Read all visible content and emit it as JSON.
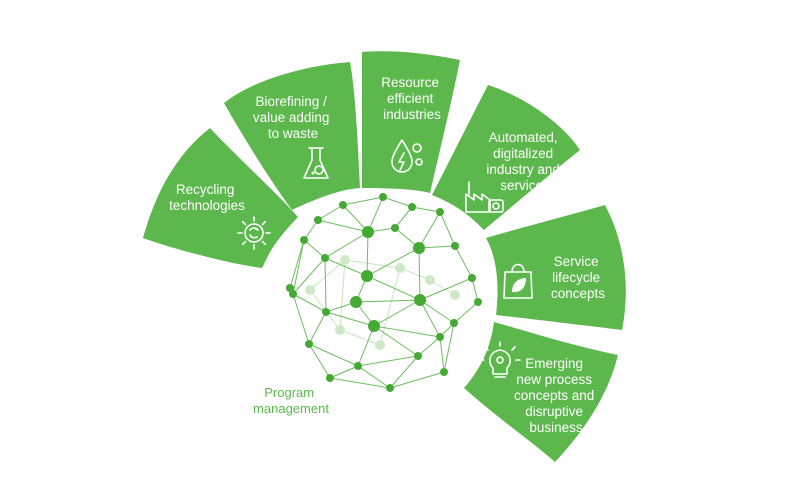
{
  "colors": {
    "segment": "#5cb84c",
    "network": "#46a935",
    "label_center": "#5cb84c",
    "text": "#ffffff"
  },
  "center": {
    "label_lines": [
      "Program",
      "management"
    ],
    "icon": "geodesic-network-sphere"
  },
  "segments": [
    {
      "id": "recycling",
      "lines": [
        "Recycling",
        "technologies"
      ],
      "icon": "sun-recycle-icon"
    },
    {
      "id": "biorefining",
      "lines": [
        "Biorefining /",
        "value adding",
        "to waste"
      ],
      "icon": "flask-gear-icon"
    },
    {
      "id": "resource",
      "lines": [
        "Resource",
        "efficient",
        "industries"
      ],
      "icon": "energy-drop-gears-icon"
    },
    {
      "id": "automated",
      "lines": [
        "Automated,",
        "digitalized",
        "industry and",
        "services"
      ],
      "icon": "factory-gear-icon"
    },
    {
      "id": "service",
      "lines": [
        "Service",
        "lifecycle",
        "concepts"
      ],
      "icon": "leaf-bag-icon"
    },
    {
      "id": "emerging",
      "lines": [
        "Emerging",
        "new process",
        "concepts and",
        "disruptive",
        "business"
      ],
      "icon": "lightbulb-gear-icon"
    }
  ]
}
